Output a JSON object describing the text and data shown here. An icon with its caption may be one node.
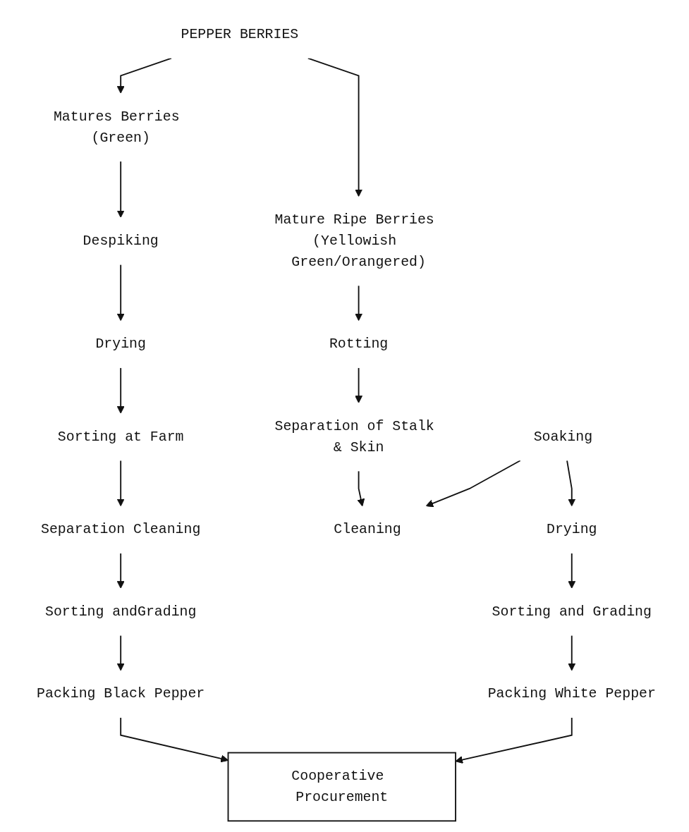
{
  "diagram": {
    "nodes": [
      {
        "text": [
          "PEPPER BERRIES"
        ]
      },
      {
        "text": [
          "Matures Berries (Green)"
        ]
      },
      {
        "text": [
          "Mature Ripe Berries (Yellowish Green/Orangered)"
        ]
      },
      {
        "text": [
          "Despiking"
        ]
      },
      {
        "text": [
          "Drying"
        ]
      },
      {
        "text": [
          "Sorting at Farm"
        ]
      },
      {
        "text": [
          "Separation Cleaning"
        ]
      },
      {
        "text": [
          "Sorting andGrading"
        ]
      },
      {
        "text": [
          "Packing Black Pepper"
        ]
      },
      {
        "text": [
          "Rotting"
        ]
      },
      {
        "text": [
          "Separation of Stalk & Skin"
        ]
      },
      {
        "text": [
          "Cleaning"
        ]
      },
      {
        "text": [
          "Soaking"
        ]
      },
      {
        "text": [
          "Drying"
        ]
      },
      {
        "text": [
          "Sorting and Grading"
        ]
      },
      {
        "text": [
          "Packing White Pepper"
        ]
      },
      {
        "text": [
          "Cooperative Procurement"
        ]
      }
    ],
    "edges": [
      {
        "from": 0,
        "to": 1,
        "arrow": "to"
      },
      {
        "from": 0,
        "to": 2,
        "arrow": "to"
      },
      {
        "from": 1,
        "to": 3,
        "arrow": "to"
      },
      {
        "from": 3,
        "to": 4,
        "arrow": "to"
      },
      {
        "from": 4,
        "to": 5,
        "arrow": "to"
      },
      {
        "from": 5,
        "to": 6,
        "arrow": "to"
      },
      {
        "from": 6,
        "to": 7,
        "arrow": "to"
      },
      {
        "from": 7,
        "to": 8,
        "arrow": "to"
      },
      {
        "from": 8,
        "to": 16,
        "arrow": "to"
      },
      {
        "from": 2,
        "to": 9,
        "arrow": "to"
      },
      {
        "from": 9,
        "to": 10,
        "arrow": "to"
      },
      {
        "from": 10,
        "to": 11,
        "arrow": "to"
      },
      {
        "from": 12,
        "to": 11,
        "arrow": "to"
      },
      {
        "from": 12,
        "to": 13,
        "arrow": "to"
      },
      {
        "from": 13,
        "to": 14,
        "arrow": "to"
      },
      {
        "from": 14,
        "to": 15,
        "arrow": "to"
      },
      {
        "from": 15,
        "to": 16,
        "arrow": "to"
      }
    ]
  }
}
